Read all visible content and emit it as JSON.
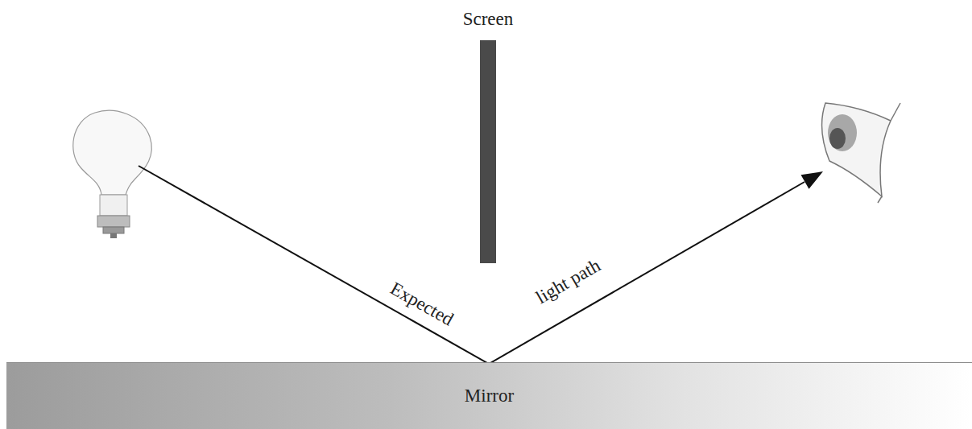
{
  "diagram": {
    "nodes": [
      {
        "text": [
          "Screen"
        ]
      },
      {
        "text": [
          "Mirror"
        ]
      }
    ],
    "labels": [
      "Expected",
      "light path"
    ]
  }
}
